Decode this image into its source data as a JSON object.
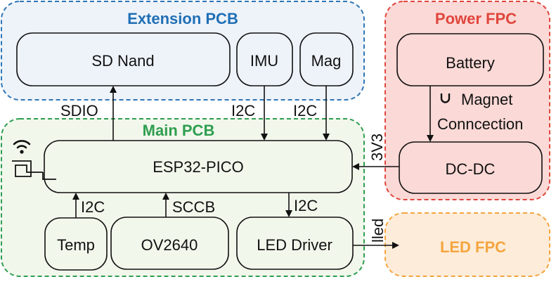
{
  "colors": {
    "extension_fill": "#EEF3FA",
    "extension_border": "#2E75B6",
    "extension_title": "#1F6FB5",
    "power_fill": "#FBD9D6",
    "power_border": "#E0463C",
    "power_title": "#E0463C",
    "main_fill": "#F2F7EC",
    "main_border": "#2E9E4F",
    "main_title": "#2E9E4F",
    "led_fill": "#FDECD9",
    "led_border": "#F5A540",
    "led_title": "#F5A540",
    "chip_extension_fill": "#EEF3FA",
    "chip_main_fill": "#F2F7EC",
    "chip_power_fill": "#FBD9D6"
  },
  "groups": {
    "extension": {
      "title": "Extension PCB"
    },
    "power": {
      "title": "Power FPC"
    },
    "main": {
      "title": "Main PCB"
    },
    "led": {
      "title": "LED FPC"
    }
  },
  "blocks": {
    "sd_nand": "SD Nand",
    "imu": "IMU",
    "mag": "Mag",
    "battery": "Battery",
    "esp32": "ESP32-PICO",
    "dcdc": "DC-DC",
    "temp": "Temp",
    "ov2640": "OV2640",
    "led_driver": "LED Driver"
  },
  "links": {
    "sdio": "SDIO",
    "imu_i2c": "I2C",
    "mag_i2c": "I2C",
    "temp_i2c": "I2C",
    "sccb": "SCCB",
    "led_i2c": "I2C",
    "power_3v3": "3V3",
    "lled": "lled",
    "magnet_line1": "Magnet",
    "magnet_line2": "Conncection"
  },
  "icons": {
    "wifi": "wifi-icon",
    "antenna": "antenna-icon",
    "magnet": "magnet-icon"
  }
}
